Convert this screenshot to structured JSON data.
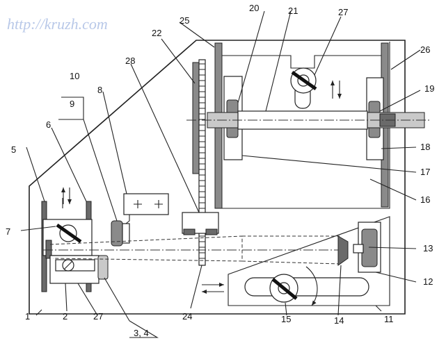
{
  "watermark": "http://kruzh.com",
  "callouts": [
    "1",
    "2",
    "3, 4",
    "5",
    "6",
    "7",
    "8",
    "9",
    "10",
    "11",
    "12",
    "13",
    "14",
    "15",
    "16",
    "17",
    "18",
    "19",
    "20",
    "21",
    "22",
    "24",
    "25",
    "26",
    "27",
    "27",
    "28"
  ],
  "colors": {
    "line": "#222222",
    "part_fill": "#8a8a8a",
    "dark_fill": "#6a6a6a",
    "light_fill": "#c9c9c9",
    "watermark": "#b8c8e8"
  }
}
